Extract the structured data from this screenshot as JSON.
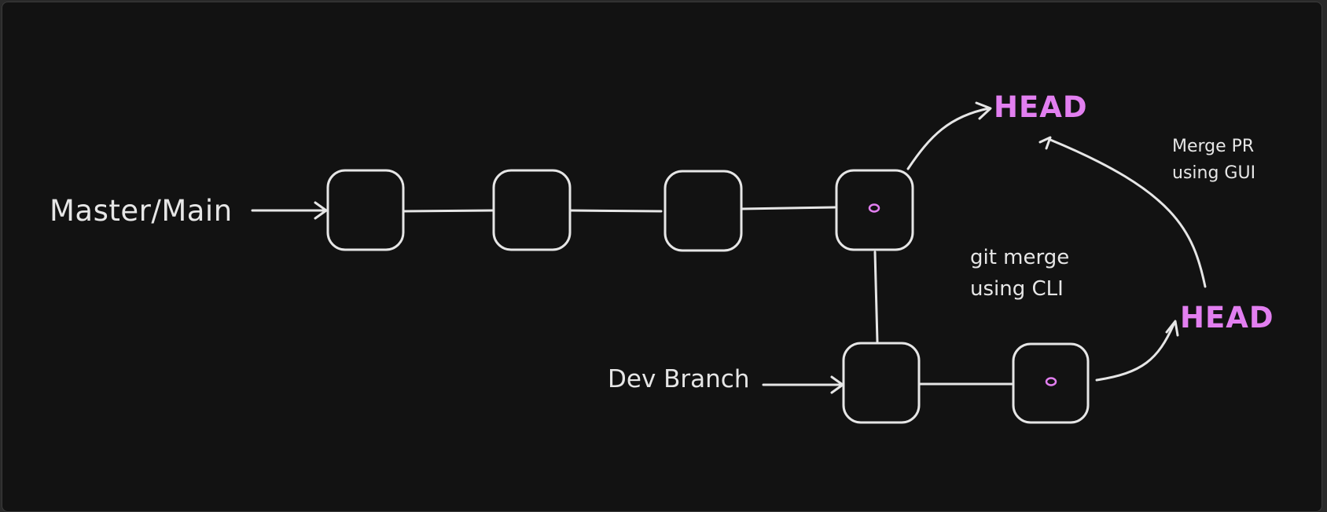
{
  "labels": {
    "master": "Master/Main",
    "dev": "Dev Branch",
    "head_top": "HEAD",
    "head_bottom": "HEAD",
    "cli_line1": "git merge",
    "cli_line2": "using CLI",
    "gui_line1": "Merge PR",
    "gui_line2": "using GUI"
  },
  "colors": {
    "background": "#121212",
    "stroke": "#e6e6e6",
    "head": "#e27ff0",
    "head_marker": "#e27ff0"
  },
  "nodes": {
    "main_commits": 4,
    "dev_commits": 2,
    "head_marker_symbol": "o"
  }
}
